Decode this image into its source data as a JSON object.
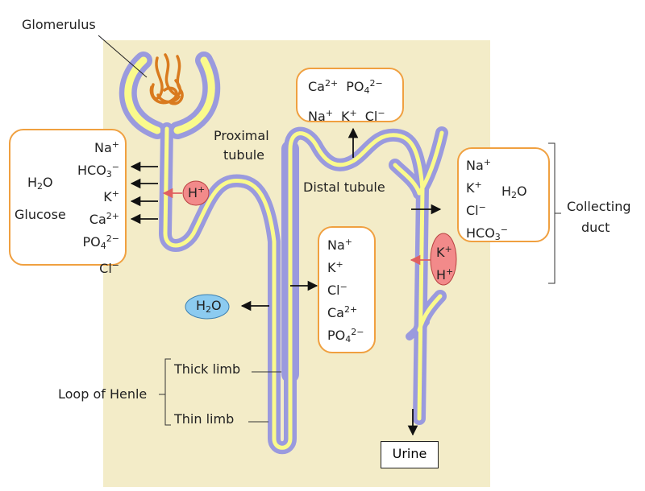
{
  "labels": {
    "glomerulus": "Glomerulus",
    "proximal_tubule": [
      "Proximal",
      "tubule"
    ],
    "distal_tubule": "Distal tubule",
    "collecting_duct": [
      "Collecting",
      "duct"
    ],
    "loop_of_henle": "Loop of Henle",
    "thick_limb": "Thick limb",
    "thin_limb": "Thin limb",
    "urine": "Urine"
  },
  "proximal_box": {
    "water": [
      "H",
      "2",
      "O"
    ],
    "glucose": "Glucose",
    "ions": [
      {
        "base": "Na",
        "sup": "+",
        "sub": ""
      },
      {
        "base": "HCO",
        "sub": "3",
        "sup": "−"
      },
      {
        "base": "K",
        "sup": "+",
        "sub": ""
      },
      {
        "base": "Ca",
        "sup": "2+",
        "sub": ""
      },
      {
        "base": "PO",
        "sub": "4",
        "sup": "2−"
      },
      {
        "base": "Cl",
        "sup": "−",
        "sub": ""
      }
    ],
    "secreted": [
      "H",
      "+"
    ]
  },
  "distal_top_box": {
    "row1": [
      {
        "base": "Ca",
        "sup": "2+",
        "sub": ""
      },
      {
        "base": "PO",
        "sub": "4",
        "sup": "2−"
      }
    ],
    "row2": [
      {
        "base": "Na",
        "sup": "+",
        "sub": ""
      },
      {
        "base": "K",
        "sup": "+",
        "sub": ""
      },
      {
        "base": "Cl",
        "sup": "−",
        "sub": ""
      }
    ]
  },
  "loop_box": {
    "ions": [
      {
        "base": "Na",
        "sup": "+",
        "sub": ""
      },
      {
        "base": "K",
        "sup": "+",
        "sub": ""
      },
      {
        "base": "Cl",
        "sup": "−",
        "sub": ""
      },
      {
        "base": "Ca",
        "sup": "2+",
        "sub": ""
      },
      {
        "base": "PO",
        "sub": "4",
        "sup": "2−"
      }
    ]
  },
  "loop_water": [
    "H",
    "2",
    "O"
  ],
  "collecting_box": {
    "ions": [
      {
        "base": "Na",
        "sup": "+",
        "sub": ""
      },
      {
        "base": "K",
        "sup": "+",
        "sub": ""
      },
      {
        "base": "Cl",
        "sup": "−",
        "sub": ""
      },
      {
        "base": "HCO",
        "sub": "3",
        "sup": "−"
      }
    ],
    "water": [
      "H",
      "2",
      "O"
    ]
  },
  "collecting_secreted": [
    [
      "K",
      "+"
    ],
    [
      "H",
      "+"
    ]
  ],
  "colors": {
    "background_panel": "#f3ecc8",
    "tubule_outer": "#9a9ade",
    "tubule_inner": "#fafa8c",
    "box_border": "#f0a040",
    "water_bubble": "#8ccbf0",
    "secretion_bubble": "#f28a8a",
    "secretion_arrow": "#e06060",
    "glomerulus_vessel": "#d97a1e"
  }
}
